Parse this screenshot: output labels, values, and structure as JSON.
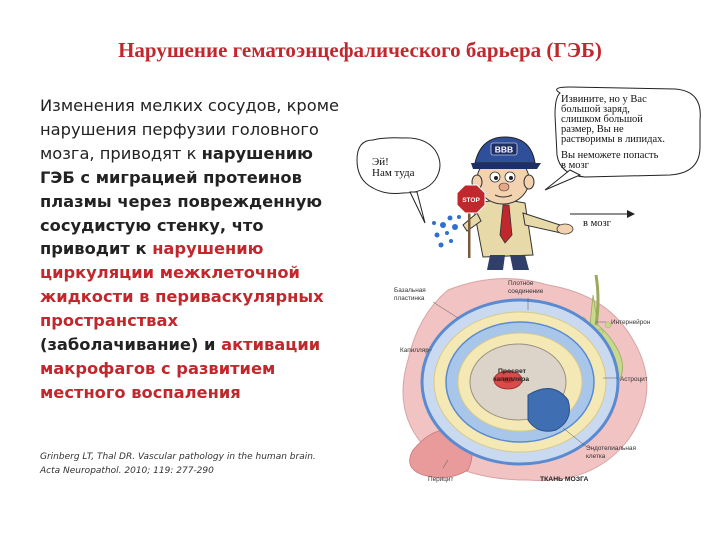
{
  "title": "Нарушение гематоэнцефалического барьера (ГЭБ)",
  "body": {
    "p1": "Изменения мелких сосудов, кроме нарушения перфузии головного мозга, приводят к ",
    "p2": "нарушению ГЭБ с миграцией протеинов плазмы через поврежденную сосудистую стенку, что приводит к ",
    "p3": "нарушению циркуляции межклеточной жидкости в периваскулярных пространствах",
    "p4": " (заболачивание) и ",
    "p5": "активации макрофагов с развитием местного воспаления"
  },
  "citation": {
    "line1": "Grinberg LT, Thal DR. Vascular pathology in the human brain.",
    "line2": "Acta Neuropathol. 2010; 119: 277-290"
  },
  "cartoon": {
    "left_bubble": [
      "Эй!",
      "Нам туда"
    ],
    "right_bubble": [
      "Извините, но у Вас",
      "большой заряд,",
      "слишком большой",
      "размер, Вы не",
      "растворимы в липидах.",
      "Вы неможете попасть",
      "в мозг"
    ],
    "cap_text": "BBB",
    "stop_sign": "STOP",
    "arrow_label": "в мозг"
  },
  "diagram": {
    "labels": {
      "basal": [
        "Базальная",
        "пластинка"
      ],
      "tight": [
        "Плотное",
        "соединение"
      ],
      "interneuron": "Интернейрон",
      "capillary": "Капилляр",
      "astrocyte": "Астроцит",
      "lumen": [
        "Просвет",
        "капилляра"
      ],
      "endothelial": [
        "Эндотелиальная",
        "клетка"
      ],
      "pericyte": "Перицит",
      "brain_tissue": "ТКАНЬ МОЗГА"
    }
  },
  "colors": {
    "title_red": "#c0282d",
    "highlight_red": "#c0282d"
  }
}
